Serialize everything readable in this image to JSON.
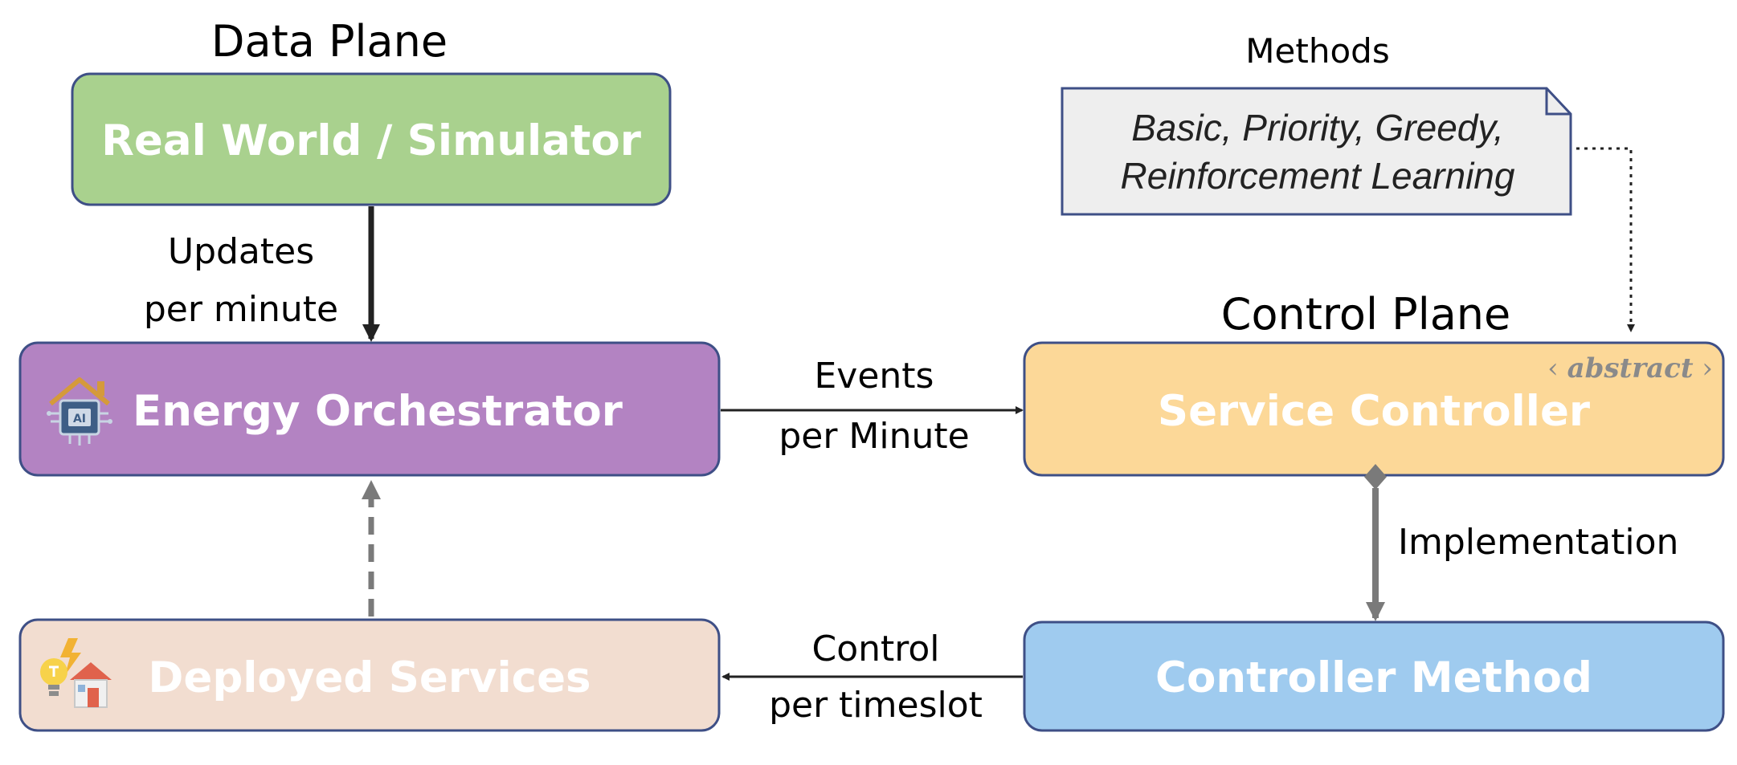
{
  "planes": {
    "data": "Data Plane",
    "control": "Control Plane"
  },
  "methods": {
    "title": "Methods",
    "line1": "Basic, Priority, Greedy,",
    "line2": "Reinforcement Learning"
  },
  "nodes": {
    "real_world": "Real World / Simulator",
    "energy_orchestrator": "Energy Orchestrator",
    "deployed_services": "Deployed Services",
    "service_controller": "Service Controller",
    "service_controller_stereotype": "abstract",
    "controller_method": "Controller Method"
  },
  "edges": {
    "updates_line1": "Updates",
    "updates_line2": "per minute",
    "events_line1": "Events",
    "events_line2": "per Minute",
    "implementation": "Implementation",
    "control_line1": "Control",
    "control_line2": "per timeslot"
  },
  "colors": {
    "real_world_fill": "#a9d18e",
    "energy_orchestrator_fill": "#b383c2",
    "deployed_services_fill": "#f2ddd0",
    "service_controller_fill": "#fcd898",
    "controller_method_fill": "#9fcbef",
    "box_stroke": "#3e4f86",
    "note_fill": "#eeeeee"
  },
  "icons": {
    "energy_orchestrator": "ai-chip-house-icon",
    "deployed_services": "bulb-house-lightning-icon"
  }
}
